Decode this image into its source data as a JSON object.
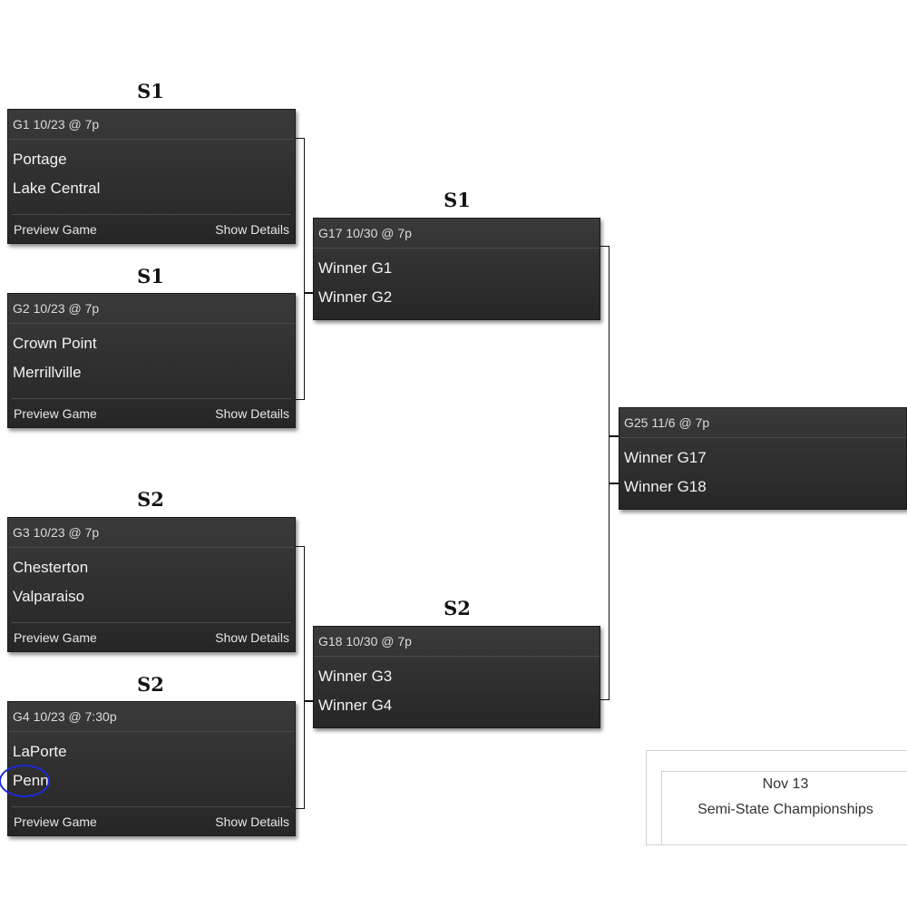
{
  "sections": [
    "S1",
    "S1",
    "S1",
    "S2",
    "S2",
    "S2"
  ],
  "games": {
    "g1": {
      "header": "G1 10/23 @ 7p",
      "team1": "Portage",
      "team2": "Lake Central",
      "preview": "Preview Game",
      "details": "Show Details"
    },
    "g2": {
      "header": "G2 10/23 @ 7p",
      "team1": "Crown Point",
      "team2": "Merrillville",
      "preview": "Preview Game",
      "details": "Show Details"
    },
    "g3": {
      "header": "G3 10/23 @ 7p",
      "team1": "Chesterton",
      "team2": "Valparaiso",
      "preview": "Preview Game",
      "details": "Show Details"
    },
    "g4": {
      "header": "G4 10/23 @ 7:30p",
      "team1": "LaPorte",
      "team2": "Penn",
      "preview": "Preview Game",
      "details": "Show Details"
    },
    "g17": {
      "header": "G17 10/30 @ 7p",
      "team1": "Winner G1",
      "team2": "Winner G2"
    },
    "g18": {
      "header": "G18 10/30 @ 7p",
      "team1": "Winner G3",
      "team2": "Winner G4"
    },
    "g25": {
      "header": "G25 11/6 @ 7p",
      "team1": "Winner G17",
      "team2": "Winner G18"
    }
  },
  "info": {
    "date": "Nov 13",
    "title": "Semi-State Championships"
  },
  "colors": {
    "box": "#2e2e2e",
    "highlight_circle": "#1c2ad8"
  }
}
